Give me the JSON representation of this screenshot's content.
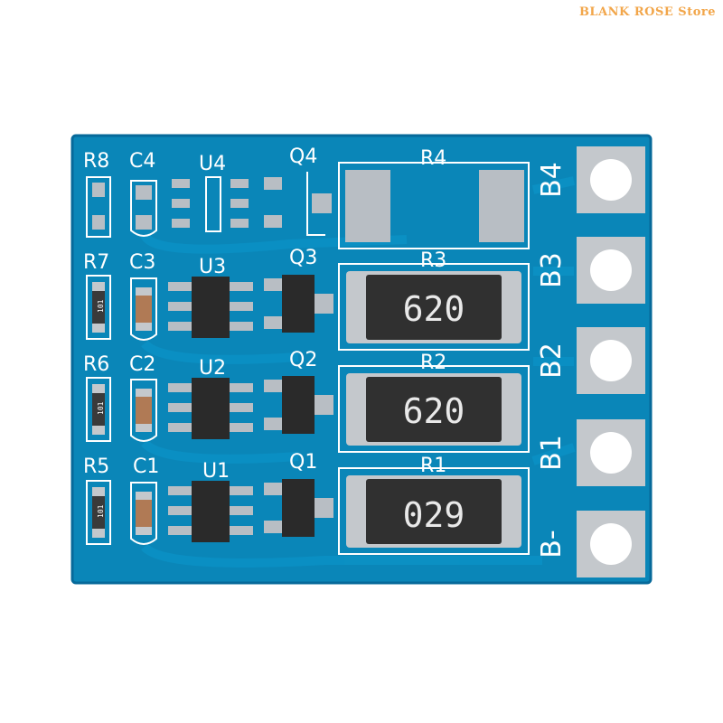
{
  "watermark": "BLANK ROSE Store",
  "colors": {
    "board": "#0a86b8",
    "board_dark": "#06699a",
    "silk": "#ffffff",
    "pad": "#b8bec4",
    "ic": "#2a2a2a",
    "resistor_body": "#303030",
    "cap": "#b07a55"
  },
  "silk_labels": {
    "r8": "R8",
    "c4": "C4",
    "u4": "U4",
    "q4": "Q4",
    "r4": "R4",
    "r7": "R7",
    "c3": "C3",
    "u3": "U3",
    "q3": "Q3",
    "r3": "R3",
    "r6": "R6",
    "c2": "C2",
    "u2": "U2",
    "q2": "Q2",
    "r2": "R2",
    "r5": "R5",
    "c1": "C1",
    "u1": "U1",
    "q1": "Q1",
    "r1": "R1"
  },
  "terminals": [
    "B4",
    "B3",
    "B2",
    "B1",
    "B-"
  ],
  "resistor_codes": {
    "r3": "620",
    "r2": "620",
    "r1": "029"
  },
  "small_resistor_code": "101"
}
